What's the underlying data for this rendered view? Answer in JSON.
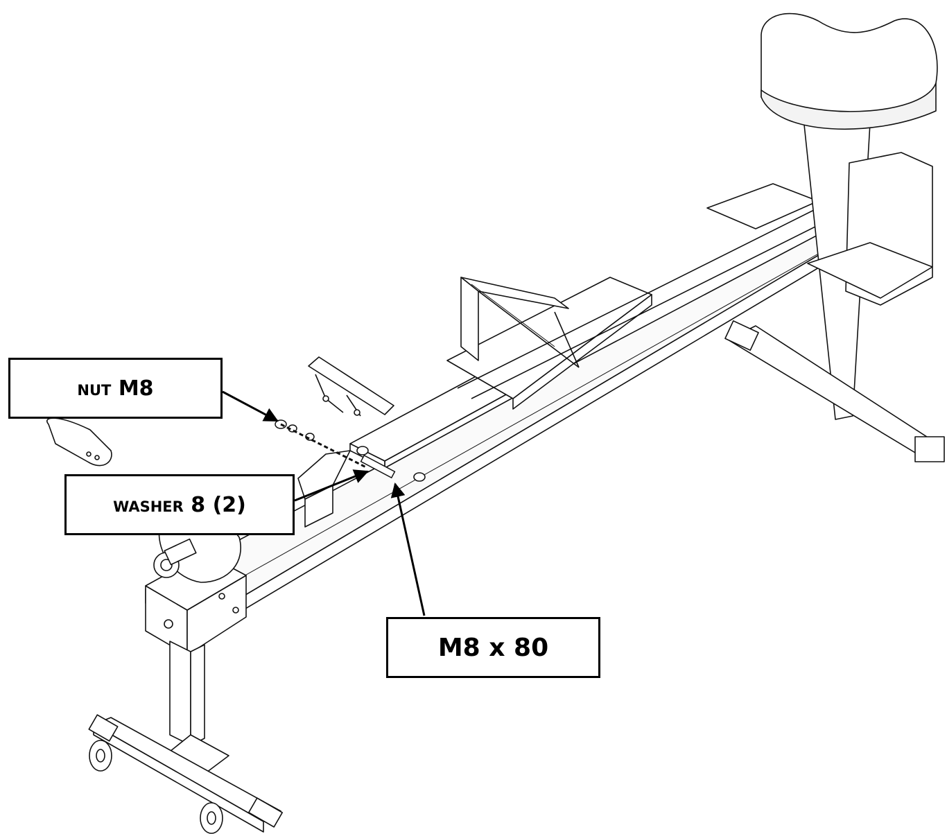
{
  "callouts": {
    "nut": {
      "prefix": "NUT",
      "size": "M8"
    },
    "washer": {
      "prefix": "WASHER",
      "size": "8 (2)"
    },
    "bolt": {
      "label": "M8 x 80"
    }
  },
  "colors": {
    "line": "#000000",
    "background": "#ffffff",
    "frame_fill": "#f7f7f7"
  }
}
